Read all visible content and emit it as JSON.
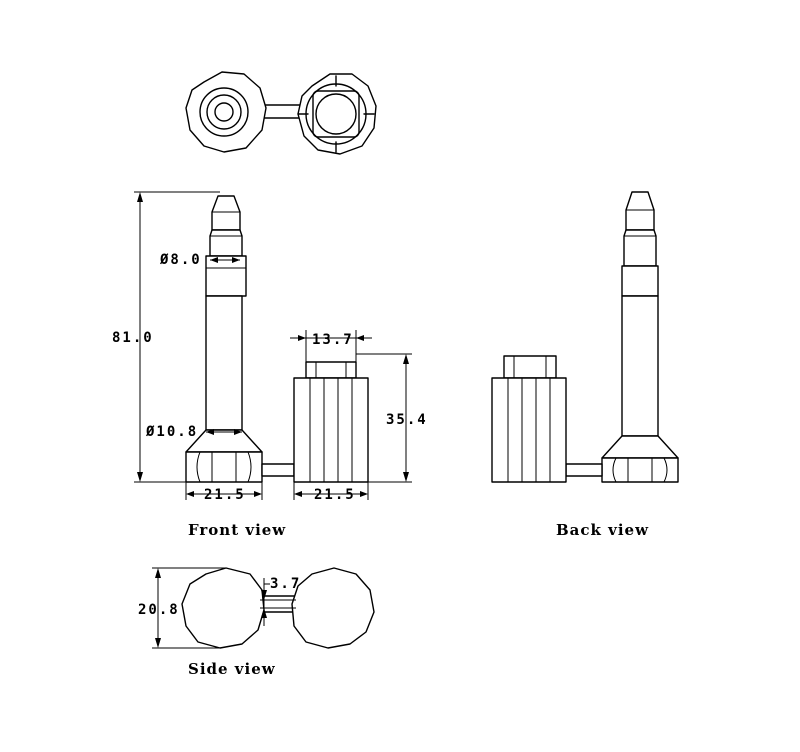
{
  "views": {
    "front": "Front view",
    "back": "Back view",
    "side": "Side view"
  },
  "dimensions": {
    "total_height": "81.0",
    "shank_upper_diameter": "Ø8.0",
    "shank_lower_diameter": "Ø10.8",
    "head_width": "21.5",
    "barrel_width": "21.5",
    "barrel_top_width": "13.7",
    "barrel_height": "35.4",
    "side_height": "20.8",
    "link_width": "3.7"
  }
}
